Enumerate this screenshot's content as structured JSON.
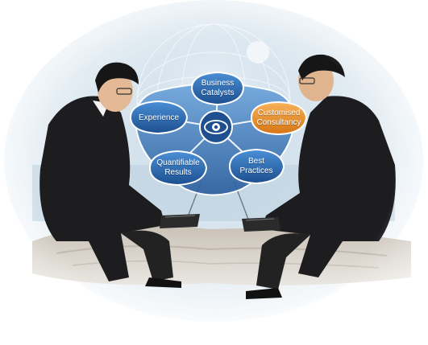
{
  "image": {
    "description_free": true
  },
  "hub": {
    "nodes": [
      {
        "id": "business-catalysts",
        "lines": [
          "Business",
          "Catalysts"
        ],
        "color": "#2f6cb3",
        "highlight": false
      },
      {
        "id": "customised-consultancy",
        "lines": [
          "Customised",
          "Consultancy"
        ],
        "color": "#e58a1f",
        "highlight": true
      },
      {
        "id": "best-practices",
        "lines": [
          "Best",
          "Practices"
        ],
        "color": "#2f6cb3",
        "highlight": false
      },
      {
        "id": "quantifiable-results",
        "lines": [
          "Quantifiable",
          "Results"
        ],
        "color": "#2f6cb3",
        "highlight": false
      },
      {
        "id": "experience",
        "lines": [
          "Experience"
        ],
        "color": "#2f6cb3",
        "highlight": false
      }
    ],
    "shield_color": "#4a86c8",
    "center_icon": "eye-logo-icon"
  }
}
